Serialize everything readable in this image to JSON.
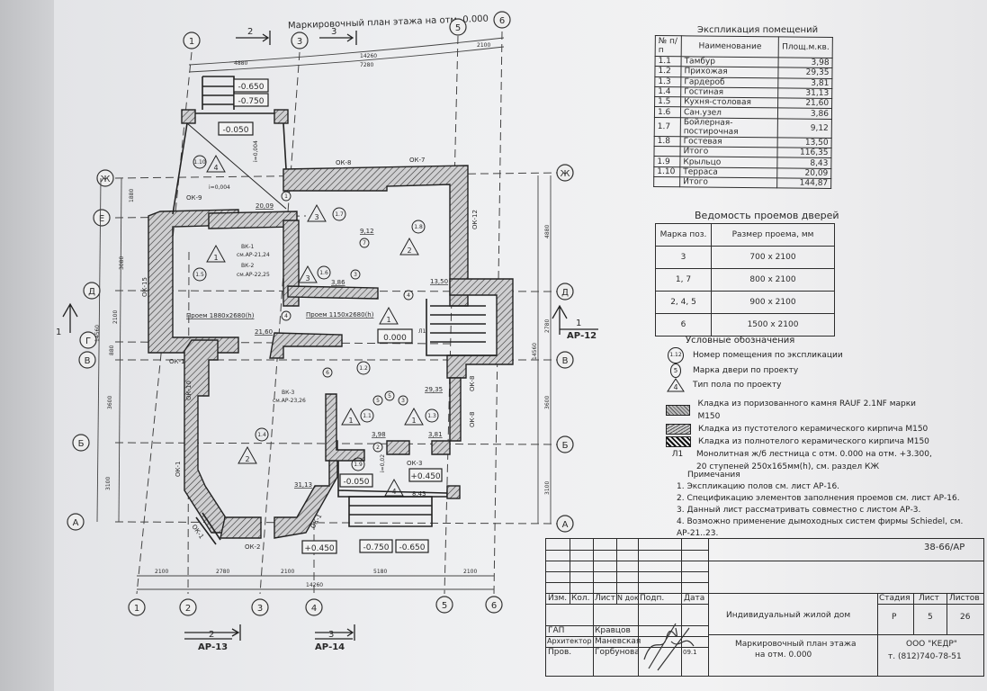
{
  "plan": {
    "title": "Маркировочный план этажа на отм. 0.000",
    "axes_top": [
      "1",
      "3",
      "5",
      "6"
    ],
    "axes_bottom": [
      "1",
      "2",
      "3",
      "4",
      "5",
      "6"
    ],
    "axes_side": [
      "Ж",
      "Е",
      "Д",
      "Г",
      "В",
      "Б",
      "А"
    ],
    "dims_top": [
      "14260",
      "2100",
      "4880",
      "7280"
    ],
    "dims_bottom": [
      "2100",
      "2780",
      "2100",
      "5180",
      "2100",
      "14260"
    ],
    "dims_left": [
      "1880",
      "3080",
      "2100",
      "14560",
      "880",
      "3600",
      "3100"
    ],
    "dims_right": [
      "4880",
      "2780",
      "14560",
      "3600",
      "3100"
    ],
    "sections": {
      "s2": "2",
      "s3": "3",
      "s2_sheet": "АР-13",
      "s3_sheet": "АР-14",
      "s1": "1",
      "s1_sheet": "АР-12"
    },
    "rooms": [
      {
        "num": "1.10",
        "floor": "4",
        "area": "20,09"
      },
      {
        "num": "1.5",
        "floor": "1",
        "area": "21,60"
      },
      {
        "num": "1.7",
        "floor": "3",
        "area": "9,12"
      },
      {
        "num": "1.6",
        "floor": "3",
        "area": "3,86"
      },
      {
        "num": "1.8",
        "floor": "2",
        "area": "13,50"
      },
      {
        "num": "1.2",
        "floor": "1",
        "area": "29,35"
      },
      {
        "num": "1.4",
        "floor": "2",
        "area": "31,13"
      },
      {
        "num": "1.1",
        "floor": "1",
        "area": "3,98"
      },
      {
        "num": "1.3",
        "floor": "1",
        "area": "3,81"
      },
      {
        "num": "1.9",
        "floor": "4",
        "area": "8,43"
      }
    ],
    "elevations": [
      "-0.650",
      "-0.750",
      "-0.050",
      "0.000",
      "-0.050",
      "+0.450",
      "+0.450",
      "-0.750",
      "-0.650"
    ],
    "windows": [
      "ОК-8",
      "ОК-7",
      "ОК-9",
      "ОК-12",
      "ОК-15",
      "ОК-1",
      "ОК-10",
      "ОК-1",
      "ОК-2",
      "ОК-3",
      "ОК-8",
      "ОК-8",
      "ОК-1",
      "ОК-1"
    ],
    "openings": [
      "Проем 1880х2680(h)",
      "Проем 1150х2680(h)"
    ],
    "vents": [
      {
        "name": "ВК-1",
        "ref": "см.АР-21,24"
      },
      {
        "name": "ВК-2",
        "ref": "см.АР-22,25"
      },
      {
        "name": "ВК-3",
        "ref": "см.АР-23,26"
      }
    ],
    "slopes": [
      "i=0,004",
      "i=0,004",
      "i=0,02"
    ],
    "door_marks": [
      "1",
      "3",
      "5",
      "7",
      "4",
      "4",
      "6",
      "5",
      "3",
      "2"
    ],
    "stair_mark": "Л1"
  },
  "explication": {
    "title": "Экспликация помещений",
    "headers": [
      "№ п/п",
      "Наименование",
      "Площ.м.кв."
    ],
    "rows": [
      [
        "1.1",
        "Тамбур",
        "3,98"
      ],
      [
        "1.2",
        "Прихожая",
        "29,35"
      ],
      [
        "1.3",
        "Гардероб",
        "3,81"
      ],
      [
        "1.4",
        "Гостиная",
        "31,13"
      ],
      [
        "1.5",
        "Кухня-столовая",
        "21,60"
      ],
      [
        "1.6",
        "Сан.узел",
        "3,86"
      ],
      [
        "1.7",
        "Бойлерная-постирочная",
        "9,12"
      ],
      [
        "1.8",
        "Гостевая",
        "13,50"
      ],
      [
        "",
        "Итого",
        "116,35"
      ],
      [
        "1.9",
        "Крыльцо",
        "8,43"
      ],
      [
        "1.10",
        "Терраса",
        "20,09"
      ],
      [
        "",
        "Итого",
        "144,87"
      ]
    ]
  },
  "doors": {
    "title": "Ведомость проемов дверей",
    "headers": [
      "Марка поз.",
      "Размер проема, мм"
    ],
    "rows": [
      [
        "3",
        "700 х 2100"
      ],
      [
        "1, 7",
        "800 х 2100"
      ],
      [
        "2, 4, 5",
        "900 х 2100"
      ],
      [
        "6",
        "1500 х 2100"
      ]
    ]
  },
  "legend": {
    "title": "Условные обозначения",
    "room_symbol": "1.12",
    "door_symbol": "5",
    "floor_symbol": "4",
    "stair_symbol": "Л1",
    "items": [
      "Номер помещения по экспликации",
      "Марка двери по проекту",
      "Тип пола по проекту",
      "Кладка из поризованного камня RAUF 2.1NF марки M150",
      "Кладка из пустотелого керамического кирпича M150",
      "Кладка из полнотелого керамического кирпича M150",
      "Монолитная ж/б лестница с отм. 0.000 на отм. +3.300,",
      "20 ступеней 250х165мм(h), см. раздел КЖ"
    ]
  },
  "notes": {
    "title": "Примечания",
    "items": [
      "1. Экспликацию полов см. лист АР-16.",
      "2. Спецификацию элементов заполнения проемов см. лист АР-16.",
      "3. Данный лист рассматривать совместно с листом АР-3.",
      "4. Возможно применение дымоходных систем фирмы Schiedel, см. АР-21..23."
    ]
  },
  "title_block": {
    "code": "38-66/АР",
    "cols": [
      "Изм.",
      "Кол.",
      "Лист",
      "N док",
      "Подп.",
      "Дата"
    ],
    "roles": [
      {
        "role": "ГАП",
        "name": "Кравцов"
      },
      {
        "role": "Архитектор",
        "name": "Маневская"
      },
      {
        "role": "Пров.",
        "name": "Горбунова"
      }
    ],
    "date": "09.1",
    "project": "Индивидуальный жилой дом",
    "sheet_title_1": "Маркировочный план этажа",
    "sheet_title_2": "на отм. 0.000",
    "stage_label": "Стадия",
    "sheet_label": "Лист",
    "sheets_label": "Листов",
    "stage": "Р",
    "sheet": "5",
    "sheets": "26",
    "company": "ООО \"КЕДР\"",
    "phone": "т. (812)740-78-51"
  }
}
